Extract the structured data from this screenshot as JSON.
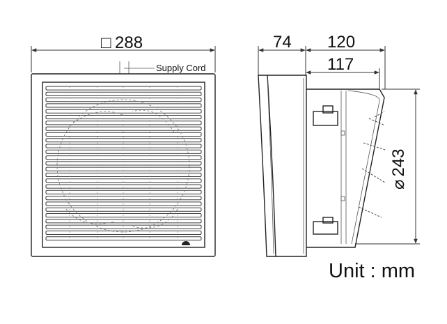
{
  "front_view": {
    "size_label": "288",
    "square_symbol": "□",
    "cord_label": "Supply Cord"
  },
  "side_view": {
    "depth_front_label": "74",
    "depth_total_label": "120",
    "depth_body_label": "117",
    "diameter_symbol": "⌀",
    "diameter_label": "243"
  },
  "unit_label": "Unit : mm",
  "colors": {
    "line": "#222222",
    "background": "#ffffff"
  }
}
